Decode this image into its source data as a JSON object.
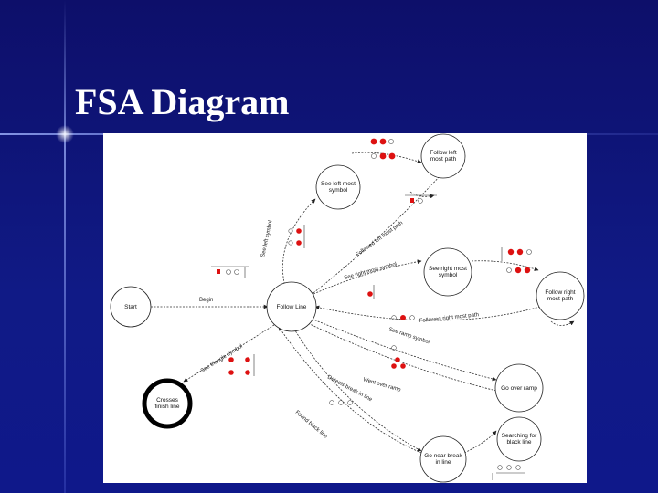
{
  "slide": {
    "title": "FSA Diagram"
  },
  "states": {
    "start": "Start",
    "follow_line": "Follow Line",
    "see_left": [
      "See left most",
      "symbol"
    ],
    "follow_left": [
      "Follow left",
      "most path"
    ],
    "see_right": [
      "See right most",
      "symbol"
    ],
    "follow_right": [
      "Follow right",
      "most path"
    ],
    "go_over_ramp": "Go over ramp",
    "searching": [
      "Searching for",
      "black line"
    ],
    "go_near_break": [
      "Go near break",
      "in line"
    ],
    "crosses_finish": [
      "Crosses",
      "finish line"
    ]
  },
  "transitions": {
    "begin": "Begin",
    "see_left_symbol": "See left symbol",
    "followed_left": "Followed left most path",
    "see_right_symbol": "See right most symbol",
    "followed_right": "Followed right most path",
    "see_ramp_symbol": "See ramp symbol",
    "went_over_ramp": "Went over ramp",
    "detects_break": "Detects break in line",
    "found_black": "Found black line",
    "see_triangle": "See triangle symbol"
  }
}
